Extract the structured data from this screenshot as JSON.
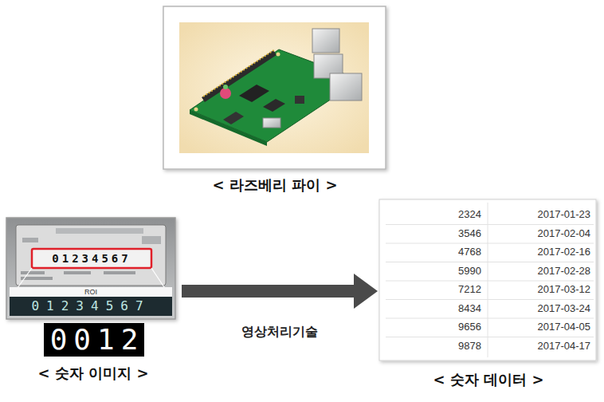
{
  "diagram": {
    "nodes": [
      {
        "text": [
          "< 라즈베리 파이 >"
        ]
      },
      {
        "text": [
          "< 숫자 이미지 >"
        ]
      },
      {
        "text": [
          "< 숫자 데이터 >"
        ]
      }
    ],
    "edges": [
      {
        "from": 1,
        "to": 2,
        "arrow": "to",
        "label": "영상처리기술"
      }
    ],
    "labels": [
      "ROI",
      "01234567",
      "01234567",
      "0012",
      "2324",
      "2017-01-23",
      "3546",
      "2017-02-04",
      "4768",
      "2017-02-16",
      "5990",
      "2017-02-28",
      "7212",
      "2017-03-12",
      "8434",
      "2017-03-24",
      "9656",
      "2017-04-05",
      "9878",
      "2017-04-17"
    ]
  }
}
